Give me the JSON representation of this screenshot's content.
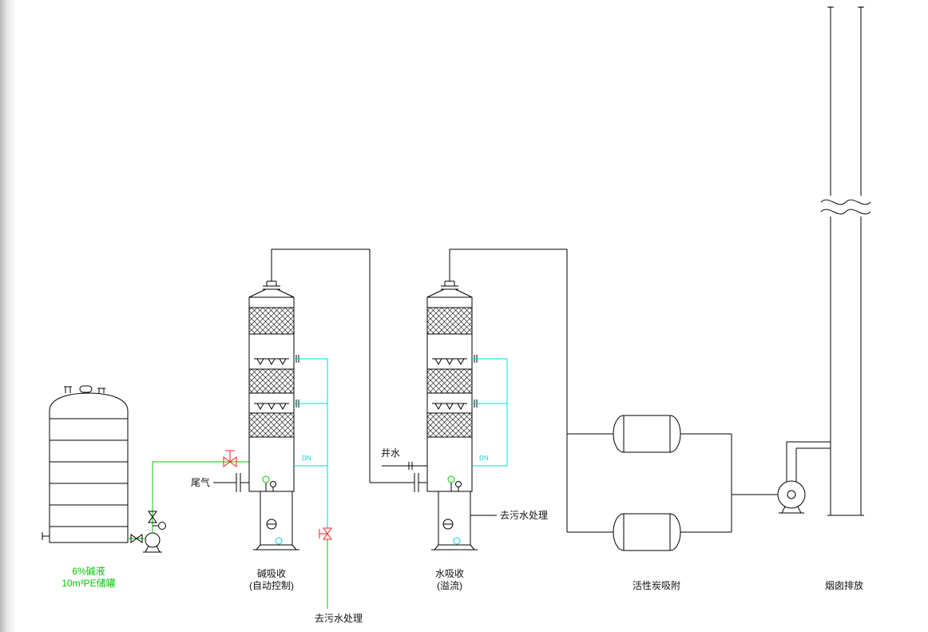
{
  "colors": {
    "green": "#00c800",
    "cyan": "#00d8d8",
    "red": "#ff2020",
    "line": "#000000"
  },
  "tank": {
    "label_line1": "6%碱液",
    "label_line2": "10m³PE储罐"
  },
  "alkali_tower": {
    "name_line1": "碱吸收",
    "name_line2": "(自动控制)",
    "inlet_label": "尾气",
    "drain_label": "去污水处理",
    "pipe_dn_label": "DN"
  },
  "water_tower": {
    "name_line1": "水吸收",
    "name_line2": "(溢流)",
    "inlet_label": "井水",
    "drain_label": "去污水处理",
    "pipe_dn_label": "DN"
  },
  "carbon_adsorber": {
    "label": "活性炭吸附"
  },
  "chimney": {
    "label": "烟囱排放"
  }
}
